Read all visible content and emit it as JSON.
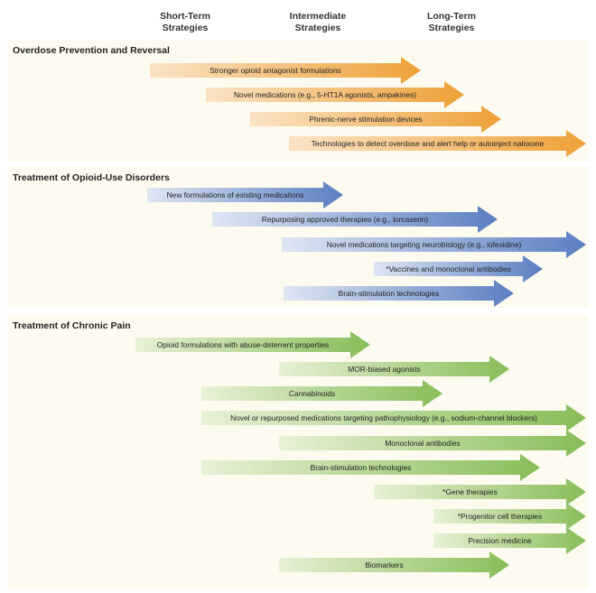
{
  "headers": {
    "short": "Short-Term\nStrategies",
    "intermediate": "Intermediate\nStrategies",
    "long": "Long-Term\nStrategies"
  },
  "colors": {
    "orange_start": "#fbe3c4",
    "orange_end": "#eea138",
    "blue_start": "#dde6f3",
    "blue_end": "#5b7fc2",
    "green_start": "#e7f1d6",
    "green_end": "#88bd58"
  },
  "sections": [
    {
      "title": "Overdose Prevention and Reversal",
      "theme": "orange",
      "arrows": [
        {
          "label": "Stronger opioid antagonist formulations"
        },
        {
          "label": "Novel medications (e.g., 5-HT1A agonists, ampakines)"
        },
        {
          "label": "Phrenic-nerve stimulation devices"
        },
        {
          "label": "Technologies to detect overdose and alert help or autoinject naloxone"
        }
      ]
    },
    {
      "title": "Treatment of Opioid-Use Disorders",
      "theme": "blue",
      "arrows": [
        {
          "label": "New formulations of existing medications"
        },
        {
          "label": "Repurposing approved therapies (e.g., lorcaserin)"
        },
        {
          "label": "Novel medications targeting neurobiology (e.g., lofexidine)"
        },
        {
          "label": "*Vaccines and monoclonal antibodies"
        },
        {
          "label": "Brain-stimulation technologies"
        }
      ]
    },
    {
      "title": "Treatment of Chronic Pain",
      "theme": "green",
      "arrows": [
        {
          "label": "Opioid formulations with abuse-deterrent properties"
        },
        {
          "label": "MOR-biased agonists"
        },
        {
          "label": "Cannabinoids"
        },
        {
          "label": "Novel or repurposed medications targeting pathophysiology (e.g., sodium-channel blockers)"
        },
        {
          "label": "Monoclonal antibodies"
        },
        {
          "label": "Brain-stimulation technologies"
        },
        {
          "label": "*Gene therapies"
        },
        {
          "label": "*Progenitor cell therapies"
        },
        {
          "label": "Precision medicine"
        },
        {
          "label": "Biomarkers"
        }
      ]
    }
  ]
}
